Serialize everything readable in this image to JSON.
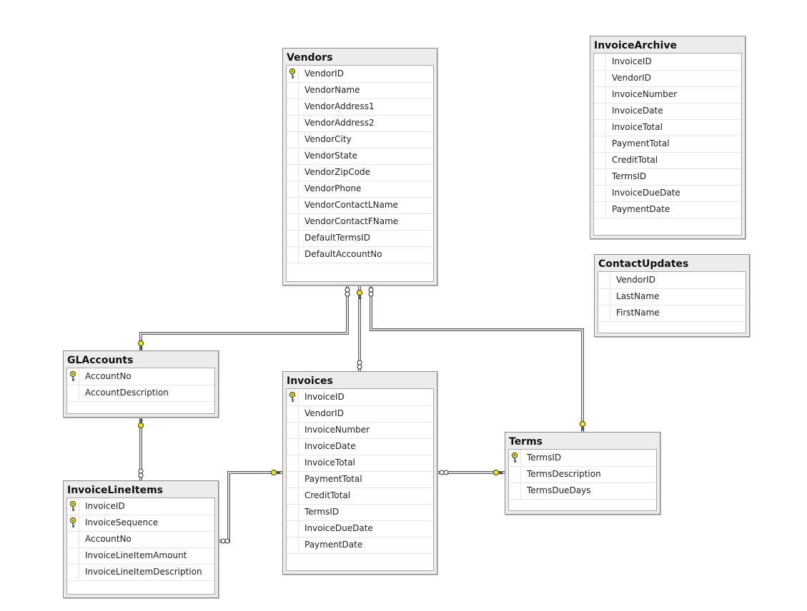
{
  "tables": [
    {
      "id": "vendors",
      "title": "Vendors",
      "columns": [
        {
          "name": "VendorID",
          "pk": true
        },
        {
          "name": "VendorName",
          "pk": false
        },
        {
          "name": "VendorAddress1",
          "pk": false
        },
        {
          "name": "VendorAddress2",
          "pk": false
        },
        {
          "name": "VendorCity",
          "pk": false
        },
        {
          "name": "VendorState",
          "pk": false
        },
        {
          "name": "VendorZipCode",
          "pk": false
        },
        {
          "name": "VendorPhone",
          "pk": false
        },
        {
          "name": "VendorContactLName",
          "pk": false
        },
        {
          "name": "VendorContactFName",
          "pk": false
        },
        {
          "name": "DefaultTermsID",
          "pk": false
        },
        {
          "name": "DefaultAccountNo",
          "pk": false
        }
      ]
    },
    {
      "id": "invoice-archive",
      "title": "InvoiceArchive",
      "columns": [
        {
          "name": "InvoiceID",
          "pk": false
        },
        {
          "name": "VendorID",
          "pk": false
        },
        {
          "name": "InvoiceNumber",
          "pk": false
        },
        {
          "name": "InvoiceDate",
          "pk": false
        },
        {
          "name": "InvoiceTotal",
          "pk": false
        },
        {
          "name": "PaymentTotal",
          "pk": false
        },
        {
          "name": "CreditTotal",
          "pk": false
        },
        {
          "name": "TermsID",
          "pk": false
        },
        {
          "name": "InvoiceDueDate",
          "pk": false
        },
        {
          "name": "PaymentDate",
          "pk": false
        }
      ]
    },
    {
      "id": "contact-updates",
      "title": "ContactUpdates",
      "columns": [
        {
          "name": "VendorID",
          "pk": false
        },
        {
          "name": "LastName",
          "pk": false
        },
        {
          "name": "FirstName",
          "pk": false
        }
      ]
    },
    {
      "id": "gl-accounts",
      "title": "GLAccounts",
      "columns": [
        {
          "name": "AccountNo",
          "pk": true
        },
        {
          "name": "AccountDescription",
          "pk": false
        }
      ]
    },
    {
      "id": "invoices",
      "title": "Invoices",
      "columns": [
        {
          "name": "InvoiceID",
          "pk": true
        },
        {
          "name": "VendorID",
          "pk": false
        },
        {
          "name": "InvoiceNumber",
          "pk": false
        },
        {
          "name": "InvoiceDate",
          "pk": false
        },
        {
          "name": "InvoiceTotal",
          "pk": false
        },
        {
          "name": "PaymentTotal",
          "pk": false
        },
        {
          "name": "CreditTotal",
          "pk": false
        },
        {
          "name": "TermsID",
          "pk": false
        },
        {
          "name": "InvoiceDueDate",
          "pk": false
        },
        {
          "name": "PaymentDate",
          "pk": false
        }
      ]
    },
    {
      "id": "terms",
      "title": "Terms",
      "columns": [
        {
          "name": "TermsID",
          "pk": true
        },
        {
          "name": "TermsDescription",
          "pk": false
        },
        {
          "name": "TermsDueDays",
          "pk": false
        }
      ]
    },
    {
      "id": "invoice-line-items",
      "title": "InvoiceLineItems",
      "columns": [
        {
          "name": "InvoiceID",
          "pk": true
        },
        {
          "name": "InvoiceSequence",
          "pk": true
        },
        {
          "name": "AccountNo",
          "pk": false
        },
        {
          "name": "InvoiceLineItemAmount",
          "pk": false
        },
        {
          "name": "InvoiceLineItemDescription",
          "pk": false
        }
      ]
    }
  ],
  "relationships": [
    {
      "one": "vendors",
      "many": "invoices"
    },
    {
      "one": "gl-accounts",
      "many": "vendors"
    },
    {
      "one": "terms",
      "many": "vendors"
    },
    {
      "one": "gl-accounts",
      "many": "invoice-line-items"
    },
    {
      "one": "invoices",
      "many": "invoice-line-items"
    },
    {
      "one": "terms",
      "many": "invoices"
    }
  ],
  "colors": {
    "key_fill": "#f2e600",
    "line": "#5a5a5a",
    "header_bg": "#ececec"
  }
}
